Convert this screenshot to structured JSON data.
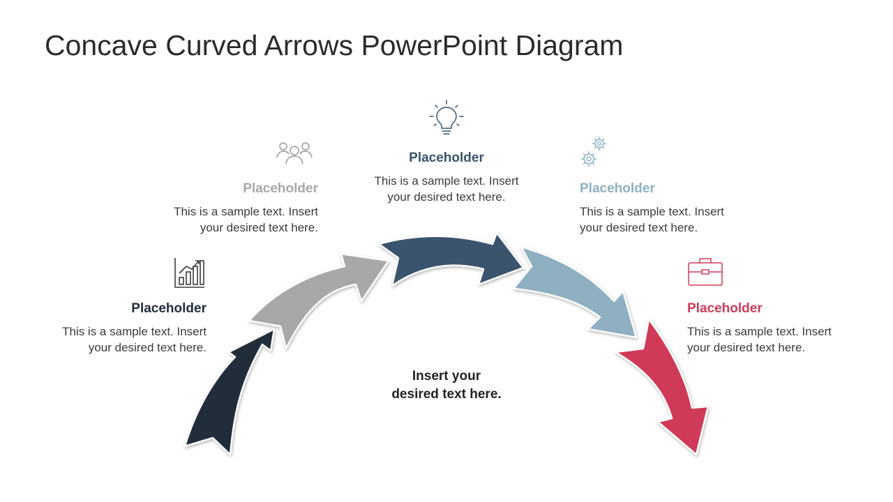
{
  "title": "Concave Curved Arrows PowerPoint Diagram",
  "colors": {
    "navy": "#212d3b",
    "gray": "#a8a8aa",
    "slate": "#3b546d",
    "lightblue": "#8eb0c1",
    "red": "#d03a59"
  },
  "center_text": "Insert your desired text here.",
  "items": [
    {
      "icon": "bar-chart-icon",
      "heading": "Placeholder",
      "body": "This is a sample text. Insert your desired text here."
    },
    {
      "icon": "people-icon",
      "heading": "Placeholder",
      "body": "This is a sample text. Insert your desired text here."
    },
    {
      "icon": "lightbulb-icon",
      "heading": "Placeholder",
      "body": "This is a sample text. Insert your desired text here."
    },
    {
      "icon": "gears-icon",
      "heading": "Placeholder",
      "body": "This is a sample text. Insert your desired text here."
    },
    {
      "icon": "briefcase-icon",
      "heading": "Placeholder",
      "body": "This is a sample text. Insert your desired text here."
    }
  ]
}
